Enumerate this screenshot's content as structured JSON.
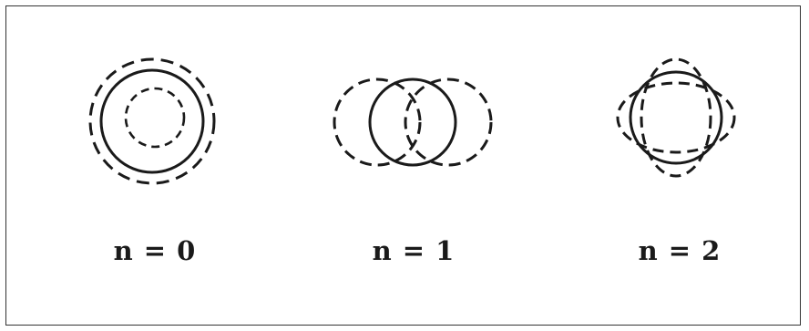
{
  "figure": {
    "panels": [
      {
        "label": "n = 0",
        "mode": 0
      },
      {
        "label": "n = 1",
        "mode": 1
      },
      {
        "label": "n = 2",
        "mode": 2
      }
    ],
    "line_color": "#1a1a1a",
    "frame_color": "#333333"
  }
}
